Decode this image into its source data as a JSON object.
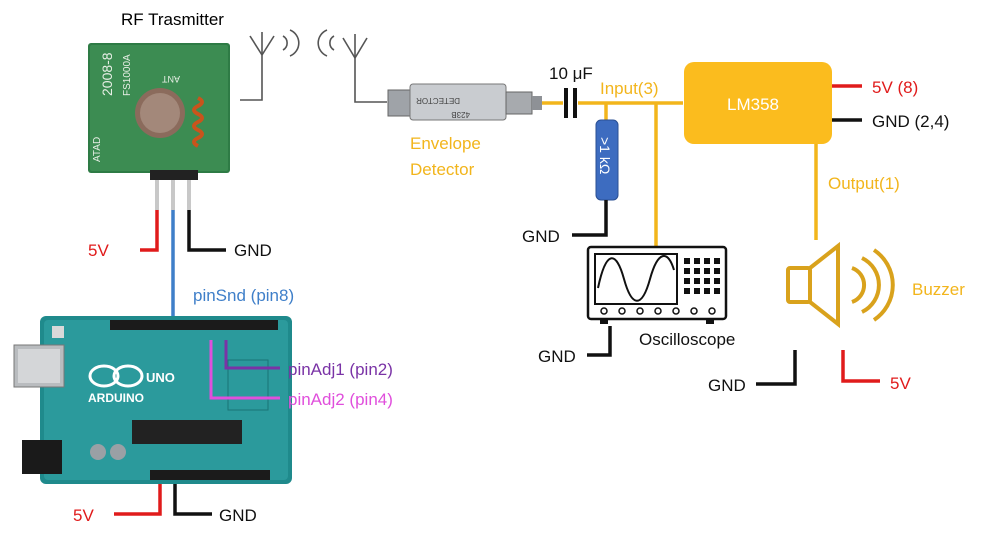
{
  "colors": {
    "signal": "#f2b51c",
    "vcc": "#e01b1b",
    "gnd": "#111111",
    "pinSnd": "#3f7fc9",
    "pinAdj1": "#7a33a6",
    "pinAdj2": "#e04fdc",
    "opamp": "#fbbc1e",
    "resistor": "#3d6cc0",
    "arduino_board": "#1f8a8c"
  },
  "labels": {
    "rf_transmitter": "RF Trasmitter",
    "module_text": "2008-8",
    "module_ant": "ANT",
    "module_id": "FS1000A",
    "module_bottom": "ATAD",
    "envelope_detector_line1": "Envelope",
    "envelope_detector_line2": "Detector",
    "detector_text": "DETECTOR",
    "detector_id": "423B",
    "capacitor": "10 μF",
    "resistor": ">1 kΩ",
    "input": "Input(3)",
    "lm358": "LM358",
    "lm358_5v": "5V (8)",
    "lm358_gnd": "GND (2,4)",
    "output": "Output(1)",
    "buzzer": "Buzzer",
    "oscilloscope": "Oscilloscope",
    "gnd_resistor": "GND",
    "gnd_osc": "GND",
    "gnd_buzzer": "GND",
    "buzzer_5v": "5V",
    "rf_5v": "5V",
    "rf_gnd": "GND",
    "pin_snd": "pinSnd (pin8)",
    "pin_adj1": "pinAdj1 (pin2)",
    "pin_adj2": "pinAdj2 (pin4)",
    "arduino_5v": "5V",
    "arduino_gnd": "GND",
    "arduino_brand": "ARDUINO",
    "arduino_uno": "UNO"
  }
}
